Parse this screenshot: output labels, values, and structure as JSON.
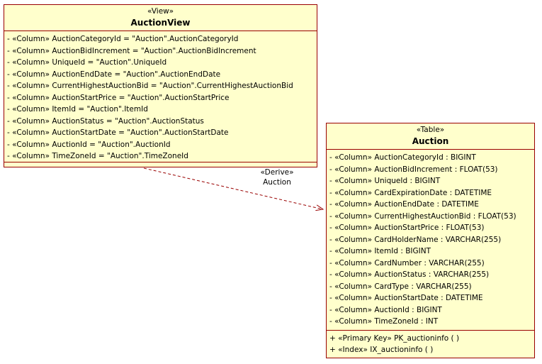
{
  "diagram": {
    "background_color": "#FFFFFF",
    "entity_fill_color": "#FFFFCC",
    "entity_border_color": "#990000",
    "connector_color": "#990000"
  },
  "view_entity": {
    "stereotype": "«View»",
    "name": "AuctionView",
    "columns": [
      "- «Column» AuctionCategoryId = \"Auction\".AuctionCategoryId",
      "- «Column» AuctionBidIncrement = \"Auction\".AuctionBidIncrement",
      "- «Column» UniqueId = \"Auction\".UniqueId",
      "- «Column» AuctionEndDate = \"Auction\".AuctionEndDate",
      "- «Column» CurrentHighestAuctionBid = \"Auction\".CurrentHighestAuctionBid",
      "- «Column» AuctionStartPrice = \"Auction\".AuctionStartPrice",
      "- «Column» ItemId = \"Auction\".ItemId",
      "- «Column» AuctionStatus = \"Auction\".AuctionStatus",
      "- «Column» AuctionStartDate = \"Auction\".AuctionStartDate",
      "- «Column» AuctionId = \"Auction\".AuctionId",
      "- «Column» TimeZoneId = \"Auction\".TimeZoneId"
    ]
  },
  "table_entity": {
    "stereotype": "«Table»",
    "name": "Auction",
    "columns": [
      "- «Column» AuctionCategoryId : BIGINT",
      "- «Column» AuctionBidIncrement : FLOAT(53)",
      "- «Column» UniqueId : BIGINT",
      "- «Column» CardExpirationDate : DATETIME",
      "- «Column» AuctionEndDate : DATETIME",
      "- «Column» CurrentHighestAuctionBid : FLOAT(53)",
      "- «Column» AuctionStartPrice : FLOAT(53)",
      "- «Column» CardHolderName : VARCHAR(255)",
      "- «Column» ItemId : BIGINT",
      "- «Column» CardNumber : VARCHAR(255)",
      "- «Column» AuctionStatus : VARCHAR(255)",
      "- «Column» CardType : VARCHAR(255)",
      "- «Column» AuctionStartDate : DATETIME",
      "- «Column» AuctionId : BIGINT",
      "- «Column» TimeZoneId : INT"
    ],
    "keys": [
      "+ «Primary Key» PK_auctioninfo ( )",
      "+ «Index» IX_auctioninfo ( )"
    ]
  },
  "connector": {
    "stereotype": "«Derive»",
    "label": "Auction"
  }
}
